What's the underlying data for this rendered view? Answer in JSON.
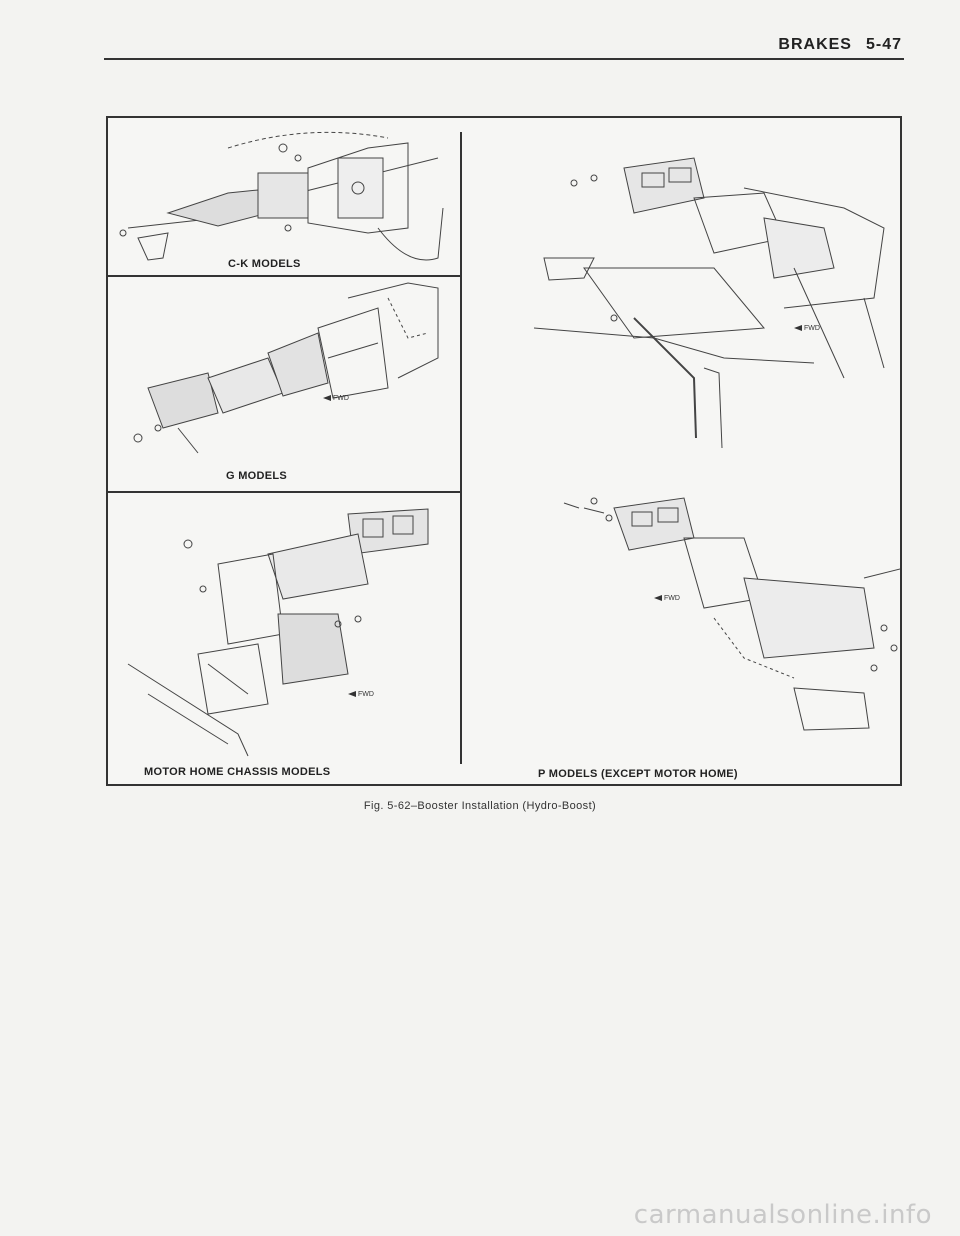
{
  "header": {
    "section": "BRAKES",
    "page": "5-47"
  },
  "panels": {
    "ck": "C-K MODELS",
    "g": "G MODELS",
    "motor_home": "MOTOR HOME CHASSIS MODELS",
    "p": "P MODELS (EXCEPT MOTOR HOME)"
  },
  "fwd_label": "FWD",
  "caption": "Fig. 5-62–Booster Installation (Hydro-Boost)",
  "watermark": "carmanualsonline.info"
}
